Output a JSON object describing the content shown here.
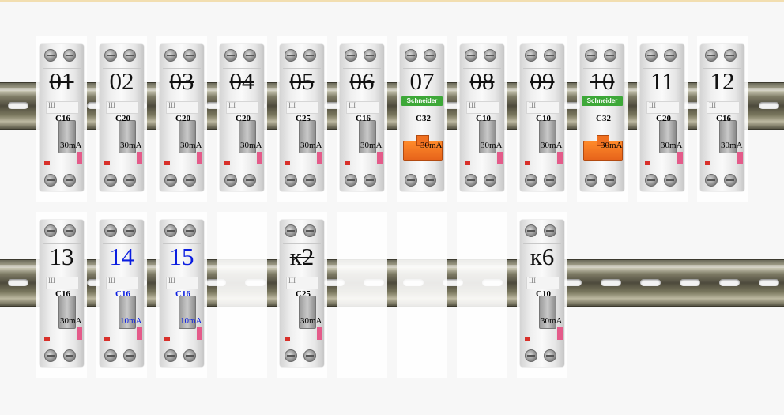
{
  "colors": {
    "highlight": "#0a1de0",
    "normal": "#111111",
    "rail": "#6b6a5a",
    "schneider_green": "#3da838",
    "schneider_orange": "#ff8a2a"
  },
  "row1": [
    {
      "id": "01",
      "rating": "C16",
      "leak": "30mA",
      "type": "standard",
      "struck": true
    },
    {
      "id": "02",
      "rating": "C20",
      "leak": "30mA",
      "type": "standard",
      "struck": false
    },
    {
      "id": "03",
      "rating": "C20",
      "leak": "30mA",
      "type": "standard",
      "struck": true
    },
    {
      "id": "04",
      "rating": "C20",
      "leak": "30mA",
      "type": "standard",
      "struck": true
    },
    {
      "id": "05",
      "rating": "C25",
      "leak": "30mA",
      "type": "standard",
      "struck": true
    },
    {
      "id": "06",
      "rating": "C16",
      "leak": "30mA",
      "type": "standard",
      "struck": true
    },
    {
      "id": "07",
      "rating": "C32",
      "leak": "30mA",
      "type": "schneider",
      "brand": "Schneider",
      "struck": false
    },
    {
      "id": "08",
      "rating": "C10",
      "leak": "30mA",
      "type": "standard",
      "struck": true
    },
    {
      "id": "09",
      "rating": "C10",
      "leak": "30mA",
      "type": "standard",
      "struck": true
    },
    {
      "id": "10",
      "rating": "C32",
      "leak": "30mA",
      "type": "schneider",
      "brand": "Schneider",
      "struck": true
    },
    {
      "id": "11",
      "rating": "C20",
      "leak": "30mA",
      "type": "standard",
      "struck": false
    },
    {
      "id": "12",
      "rating": "C16",
      "leak": "30mA",
      "type": "standard",
      "struck": false
    }
  ],
  "row2": [
    {
      "id": "13",
      "rating": "C16",
      "leak": "30mA",
      "type": "standard",
      "struck": false,
      "highlight": false,
      "empty": false
    },
    {
      "id": "14",
      "rating": "C16",
      "leak": "10mA",
      "type": "standard",
      "struck": false,
      "highlight": true,
      "empty": false
    },
    {
      "id": "15",
      "rating": "C16",
      "leak": "10mA",
      "type": "standard",
      "struck": false,
      "highlight": true,
      "empty": false
    },
    {
      "id": "",
      "empty": true
    },
    {
      "id": "к2",
      "rating": "C25",
      "leak": "30mA",
      "type": "standard",
      "struck": true,
      "highlight": false,
      "empty": false
    },
    {
      "id": "",
      "empty": true
    },
    {
      "id": "",
      "empty": true
    },
    {
      "id": "",
      "empty": true
    },
    {
      "id": "к6",
      "rating": "C10",
      "leak": "30mA",
      "type": "standard",
      "struck": false,
      "highlight": false,
      "empty": false
    }
  ]
}
